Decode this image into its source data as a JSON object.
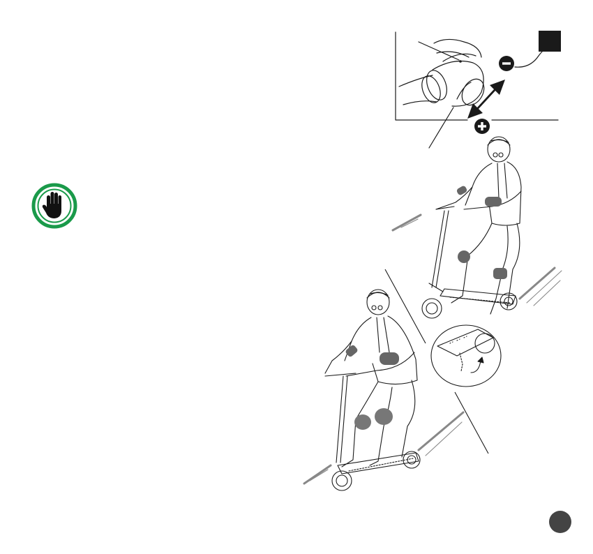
{
  "page": {
    "background": "#ffffff",
    "line_color": "#1a1a1a",
    "accent_color": "#1a9a4a",
    "badge_color": "#444444"
  },
  "icons": {
    "warning": "stop-hand-icon",
    "decrease": "minus-circle-icon",
    "increase": "plus-circle-icon"
  },
  "illustrations": {
    "throttle_detail": "throttle-closeup-illustration",
    "rider_top": "rider-scooter-illustration",
    "rider_bottom": "rider-scooter-illustration",
    "kickstand_detail": "kickstand-callout-illustration"
  }
}
